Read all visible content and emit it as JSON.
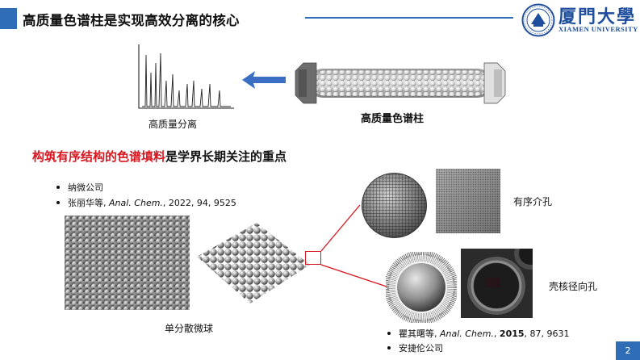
{
  "header": {
    "title": "高质量色谱柱是实现高效分离的核心",
    "logo_name": "厦門大學",
    "logo_subtitle": "XIAMEN UNIVERSITY"
  },
  "top_diagram": {
    "chromatogram_label": "高质量分离",
    "column_label": "高质量色谱柱"
  },
  "headline": {
    "red_part": "构筑有序结构的色谱填料",
    "black_part": "是学界长期关注的重点"
  },
  "refs_top": [
    {
      "text": "纳微公司"
    },
    {
      "pre": "张丽华等, ",
      "journal": "Anal. Chem.",
      "post": ", 2022, 94, 9525"
    }
  ],
  "monodisperse_label": "单分散微球",
  "ordered_pore_label": "有序介孔",
  "core_shell_label": "壳核径向孔",
  "refs_bottom": [
    {
      "pre": "瞿其曙等, ",
      "journal": "Anal. Chem.",
      "year": "2015",
      "post": ", 87, 9631"
    },
    {
      "text": "安捷伦公司"
    }
  ],
  "page_number": "2",
  "colors": {
    "accent_blue": "#2f6db6",
    "highlight_red": "#d7161f",
    "logo_blue": "#1f4e9c"
  }
}
